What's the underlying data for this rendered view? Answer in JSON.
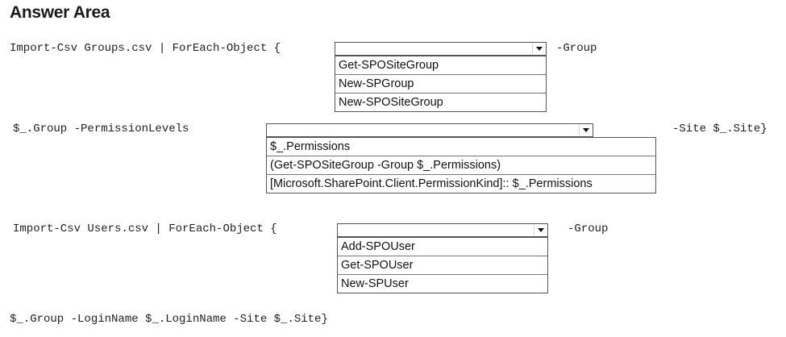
{
  "title": "Answer Area",
  "lines": {
    "line1_prefix": "Import-Csv Groups.csv | ForEach-Object {",
    "line1_suffix": "-Group",
    "line2_prefix": "$_.Group -PermissionLevels",
    "line2_suffix": "-Site $_.Site}",
    "line3_prefix": "Import-Csv Users.csv | ForEach-Object {",
    "line3_suffix": "-Group",
    "line4": "$_.Group -LoginName $_.LoginName -Site $_.Site}"
  },
  "dropdowns": {
    "dropdown1": {
      "selected": "",
      "options": [
        "Get-SPOSiteGroup",
        "New-SPGroup",
        "New-SPOSiteGroup"
      ]
    },
    "dropdown2": {
      "selected": "",
      "options": [
        "$_.Permissions",
        "(Get-SPOSiteGroup -Group $_.Permissions)",
        "[Microsoft.SharePoint.Client.PermissionKind]:: $_.Permissions"
      ]
    },
    "dropdown3": {
      "selected": "",
      "options": [
        "Add-SPOUser",
        "Get-SPOUser",
        "New-SPUser"
      ]
    }
  },
  "icons": {
    "dropdown_arrow": "chevron-down-icon"
  }
}
